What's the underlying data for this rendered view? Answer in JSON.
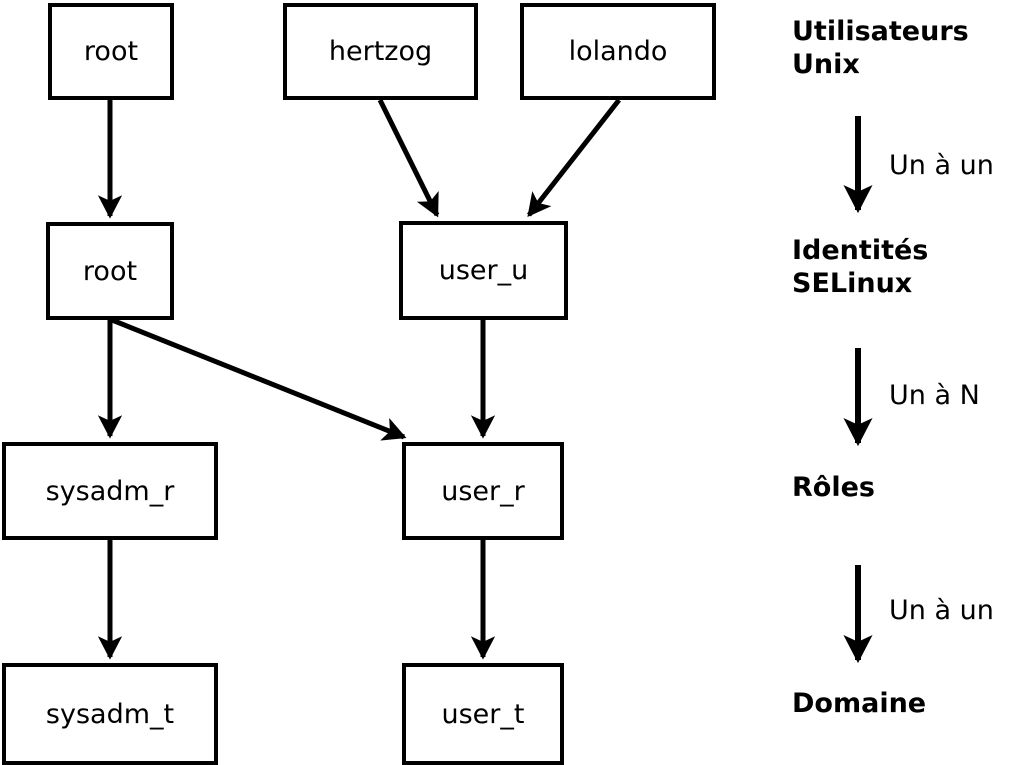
{
  "diagram": {
    "title_text_present": false,
    "background_color": "#ffffff",
    "stroke_color": "#000000",
    "columns": {
      "graph": "SELinux user/role/domain mapping",
      "legend": "layer names"
    },
    "layers": [
      {
        "key": "unix_users",
        "legend_label": "Utilisateurs\nUnix",
        "nodes": [
          {
            "id": "unix-root",
            "label": "root"
          },
          {
            "id": "unix-hertzog",
            "label": "hertzog"
          },
          {
            "id": "unix-lolando",
            "label": "lolando"
          }
        ]
      },
      {
        "key": "selinux_identities",
        "legend_label": "Identités\nSELinux",
        "nodes": [
          {
            "id": "ident-root",
            "label": "root"
          },
          {
            "id": "ident-user-u",
            "label": "user_u"
          }
        ]
      },
      {
        "key": "roles",
        "legend_label": "Rôles",
        "nodes": [
          {
            "id": "role-sysadm-r",
            "label": "sysadm_r"
          },
          {
            "id": "role-user-r",
            "label": "user_r"
          }
        ]
      },
      {
        "key": "domains",
        "legend_label": "Domaine",
        "nodes": [
          {
            "id": "domain-sysadm-t",
            "label": "sysadm_t"
          },
          {
            "id": "domain-user-t",
            "label": "user_t"
          }
        ]
      }
    ],
    "legend_arrows": [
      {
        "id": "legend-arrow-1",
        "label": "Un à un",
        "from": "Utilisateurs Unix",
        "to": "Identités SELinux"
      },
      {
        "id": "legend-arrow-2",
        "label": "Un à N",
        "from": "Identités SELinux",
        "to": "Rôles"
      },
      {
        "id": "legend-arrow-3",
        "label": "Un à un",
        "from": "Rôles",
        "to": "Domaine"
      }
    ],
    "edges": [
      {
        "from": "unix-root",
        "to": "ident-root"
      },
      {
        "from": "unix-hertzog",
        "to": "ident-user-u"
      },
      {
        "from": "unix-lolando",
        "to": "ident-user-u"
      },
      {
        "from": "ident-root",
        "to": "role-sysadm-r"
      },
      {
        "from": "ident-root",
        "to": "role-user-r"
      },
      {
        "from": "ident-user-u",
        "to": "role-user-r"
      },
      {
        "from": "role-sysadm-r",
        "to": "domain-sysadm-t"
      },
      {
        "from": "role-user-r",
        "to": "domain-user-t"
      }
    ]
  }
}
